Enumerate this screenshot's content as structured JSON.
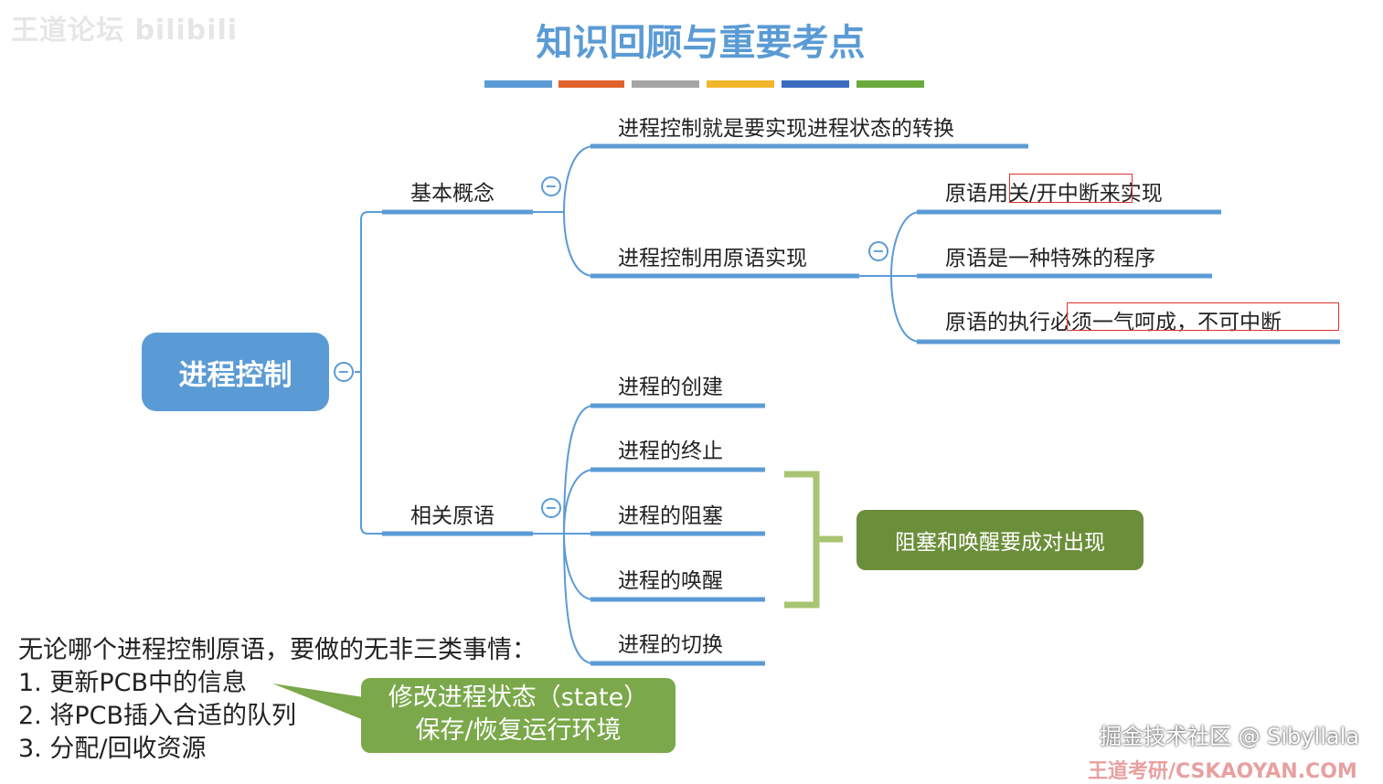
{
  "watermark_top_left": "王道论坛 bilibili",
  "title": "知识回顾与重要考点",
  "title_bar_colors": [
    "#5b9bd5",
    "#e1622c",
    "#a5a5a5",
    "#f2b62d",
    "#3c6bbf",
    "#6aaa3d"
  ],
  "mindmap": {
    "root": "进程控制",
    "basic_concept": {
      "label": "基本概念",
      "items": [
        "进程控制就是要实现进程状态的转换",
        "进程控制用原语实现"
      ],
      "primitive_items": [
        "原语用关/开中断来实现",
        "原语是一种特殊的程序",
        "原语的执行必须一气呵成，不可中断"
      ]
    },
    "related_primitives": {
      "label": "相关原语",
      "items": [
        "进程的创建",
        "进程的终止",
        "进程的阻塞",
        "进程的唤醒",
        "进程的切换"
      ]
    },
    "callout": "阻塞和唤醒要成对出现"
  },
  "notes": {
    "intro": "无论哪个进程控制原语，要做的无非三类事情：",
    "items": [
      "1.   更新PCB中的信息",
      "2.   将PCB插入合适的队列",
      "3.   分配/回收资源"
    ],
    "callout_line1": "修改进程状态（state）",
    "callout_line2": "保存/恢复运行环境"
  },
  "watermark_bottom_right": "掘金技术社区 @ Sibyllala",
  "watermark_bottom": "王道考研/CSKAOYAN.COM",
  "colors": {
    "accent": "#5b9bd5",
    "green_dark": "#6b8e3a",
    "green_light": "#7aa84a",
    "bracket": "#a9c472",
    "red": "#e0322f"
  }
}
